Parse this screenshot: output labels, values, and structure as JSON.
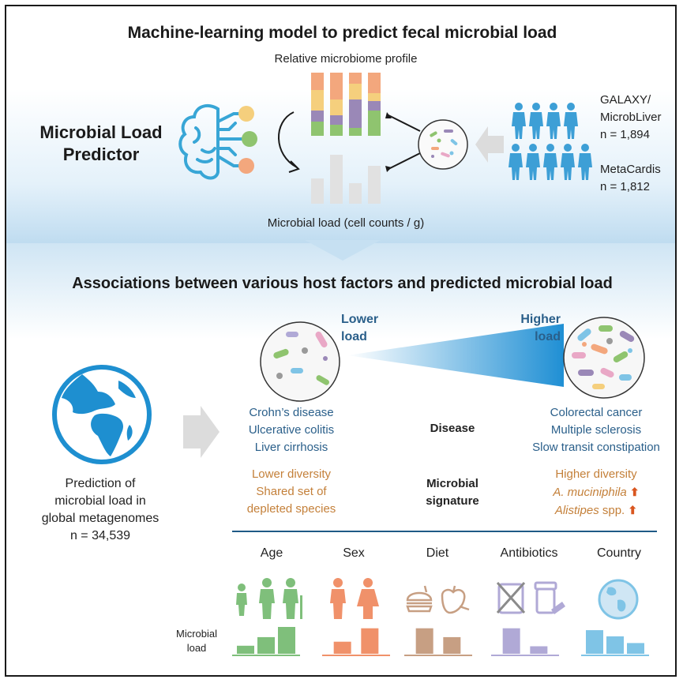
{
  "top": {
    "title": "Machine-learning model to predict fecal microbial load",
    "predictor_line1": "Microbial Load",
    "predictor_line2": "Predictor",
    "relative_profile_label": "Relative microbiome profile",
    "microbial_load_label": "Microbial load (cell counts / g)",
    "cohorts": [
      {
        "name_line1": "GALAXY/",
        "name_line2": "MicrobLiver",
        "n": "n = 1,894"
      },
      {
        "name": "MetaCardis",
        "n": "n = 1,812"
      }
    ]
  },
  "bottom": {
    "title": "Associations between various host factors and predicted microbial load",
    "lower_load_line1": "Lower",
    "lower_load_line2": "load",
    "higher_load_line1": "Higher",
    "higher_load_line2": "load",
    "prediction_text": [
      "Prediction of",
      "microbial load in",
      "global metagenomes",
      "n = 34,539"
    ],
    "disease_label": "Disease",
    "signature_label_line1": "Microbial",
    "signature_label_line2": "signature",
    "lower_diseases": [
      "Crohn’s disease",
      "Ulcerative colitis",
      "Liver cirrhosis"
    ],
    "higher_diseases": [
      "Colorectal cancer",
      "Multiple sclerosis",
      "Slow transit constipation"
    ],
    "lower_signature": [
      "Lower diversity",
      "Shared set of",
      "depleted species"
    ],
    "higher_signature": {
      "line1": "Higher diversity",
      "akk_species": "A. muciniphila",
      "alistipes_genus": "Alistipes",
      "alistipes_suffix": " spp.",
      "up_arrow": "⬆"
    },
    "factors": [
      "Age",
      "Sex",
      "Diet",
      "Antibiotics",
      "Country"
    ],
    "factor_axis_line1": "Microbial",
    "factor_axis_line2": "load",
    "factor_colors": [
      "#7fbf7b",
      "#f0916a",
      "#c79f83",
      "#b0a9d6",
      "#7fc4e6"
    ],
    "factor_levels": {
      "Age": [
        0.3,
        0.62,
        1.0
      ],
      "Sex": [
        0.45,
        0.95
      ],
      "Diet": [
        0.95,
        0.62
      ],
      "Antibiotics": [
        0.95,
        0.28
      ],
      "Country": [
        0.88,
        0.65,
        0.4
      ]
    }
  },
  "colors": {
    "accent_blue": "#2a5f8a",
    "orange_text": "#c4803a",
    "people_blue": "#3d9fd6",
    "bar_orange": "#f3a77d",
    "bar_yellow": "#f5cf7d",
    "bar_purple": "#9a88b7",
    "bar_green": "#8fc46f",
    "bar_grey": "#e1e1e1",
    "arrow_red": "#d9561f"
  }
}
